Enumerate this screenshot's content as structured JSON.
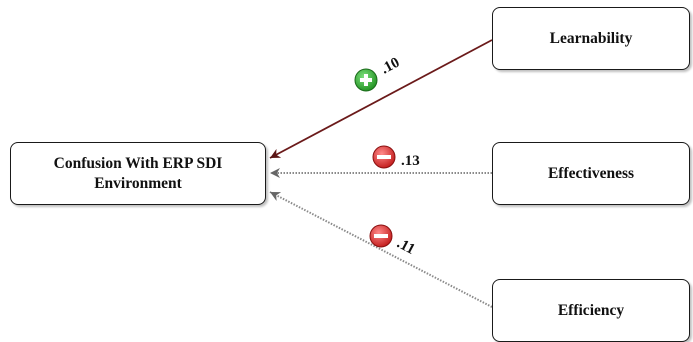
{
  "nodes": {
    "target": {
      "line1": "Confusion With ERP SDI",
      "line2": "Environment"
    },
    "learnability": {
      "label": "Learnability"
    },
    "effectiveness": {
      "label": "Effectiveness"
    },
    "efficiency": {
      "label": "Efficiency"
    }
  },
  "edges": [
    {
      "from": "Learnability",
      "to": "Confusion With ERP SDI Environment",
      "coefficient": ".10",
      "sign": "positive",
      "style": "solid",
      "color": "#6b1a1a"
    },
    {
      "from": "Effectiveness",
      "to": "Confusion With ERP SDI Environment",
      "coefficient": ".13",
      "sign": "negative",
      "style": "dotted",
      "color": "#777777"
    },
    {
      "from": "Efficiency",
      "to": "Confusion With ERP SDI Environment",
      "coefficient": ".11",
      "sign": "negative",
      "style": "dotted",
      "color": "#777777"
    }
  ],
  "colors": {
    "positive_badge": "#2aa52a",
    "negative_badge": "#d42a2a"
  }
}
